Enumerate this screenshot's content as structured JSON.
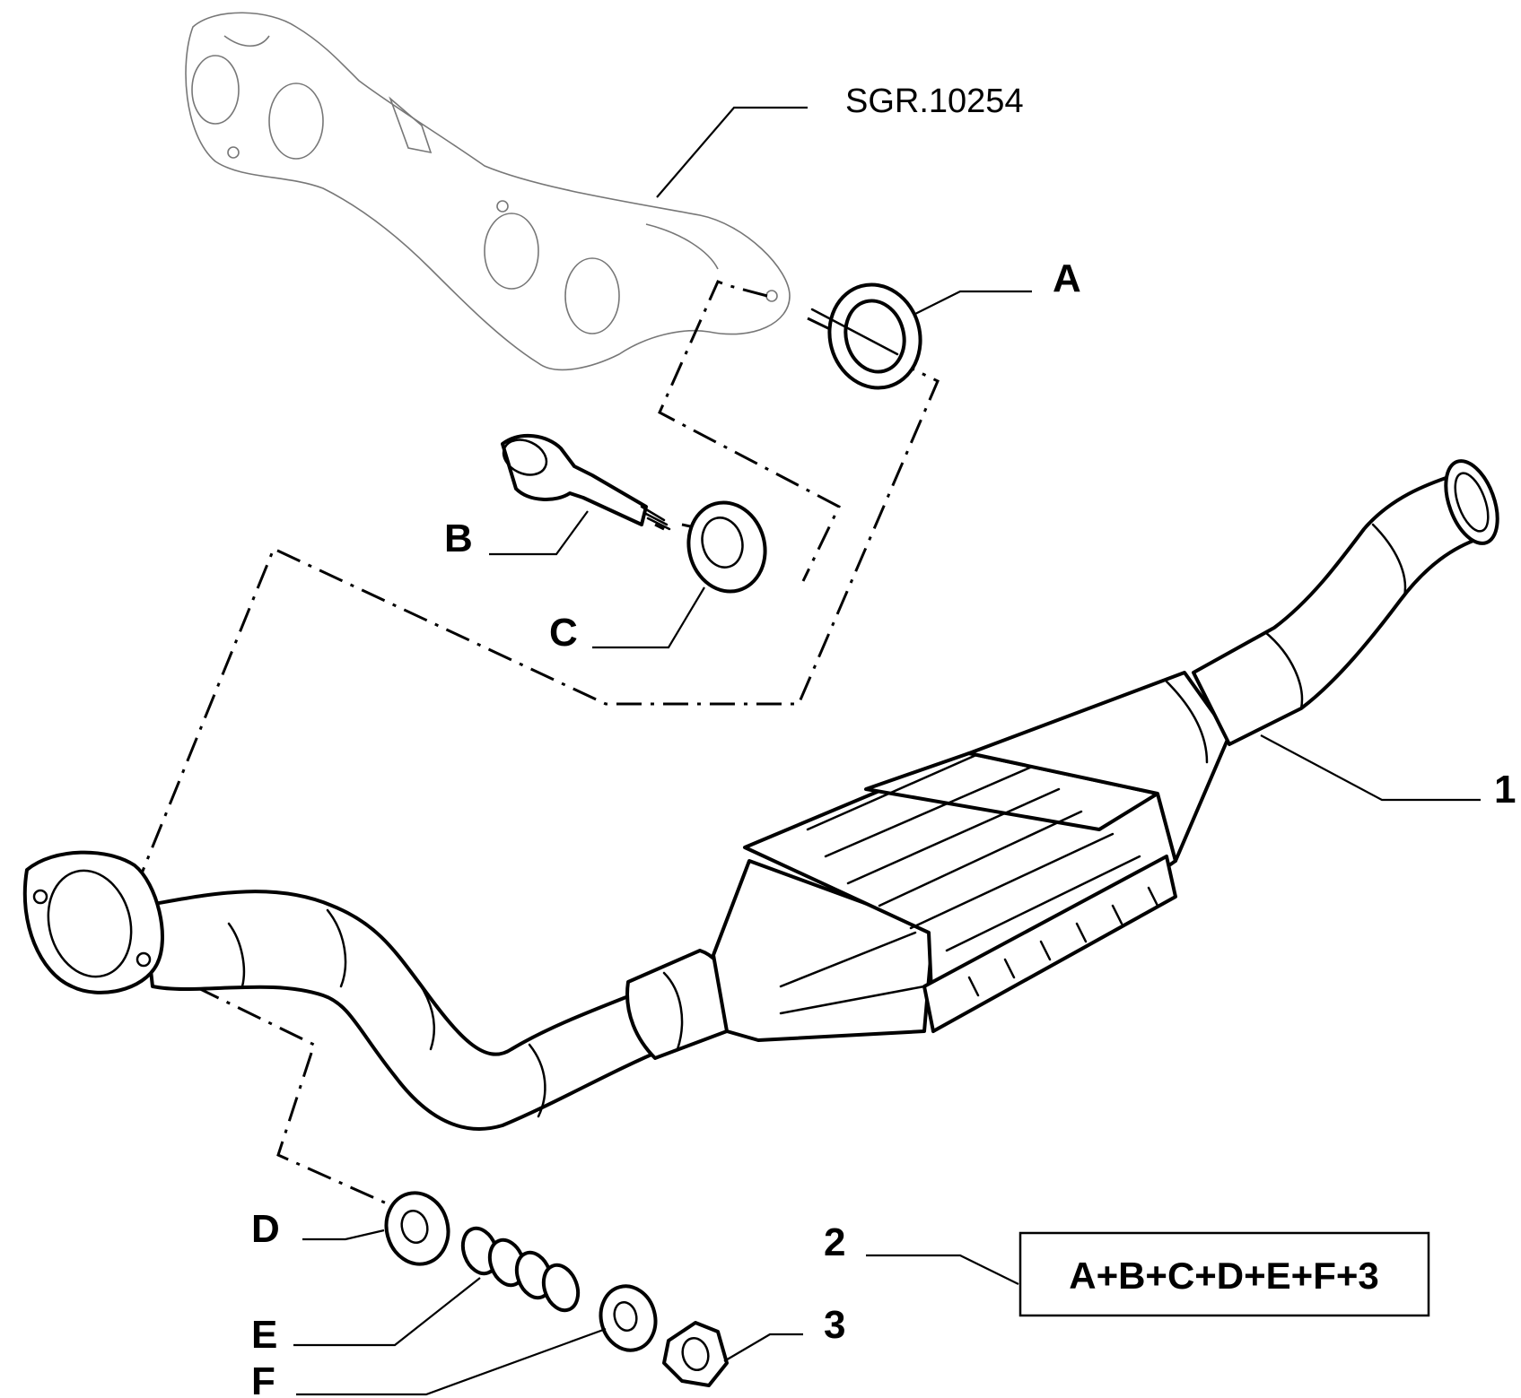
{
  "reference": "SGR.10254",
  "labels": {
    "A": "A",
    "B": "B",
    "C": "C",
    "D": "D",
    "E": "E",
    "F": "F",
    "n1": "1",
    "n2": "2",
    "n3": "3"
  },
  "kit_box": "A+B+C+D+E+F+3"
}
